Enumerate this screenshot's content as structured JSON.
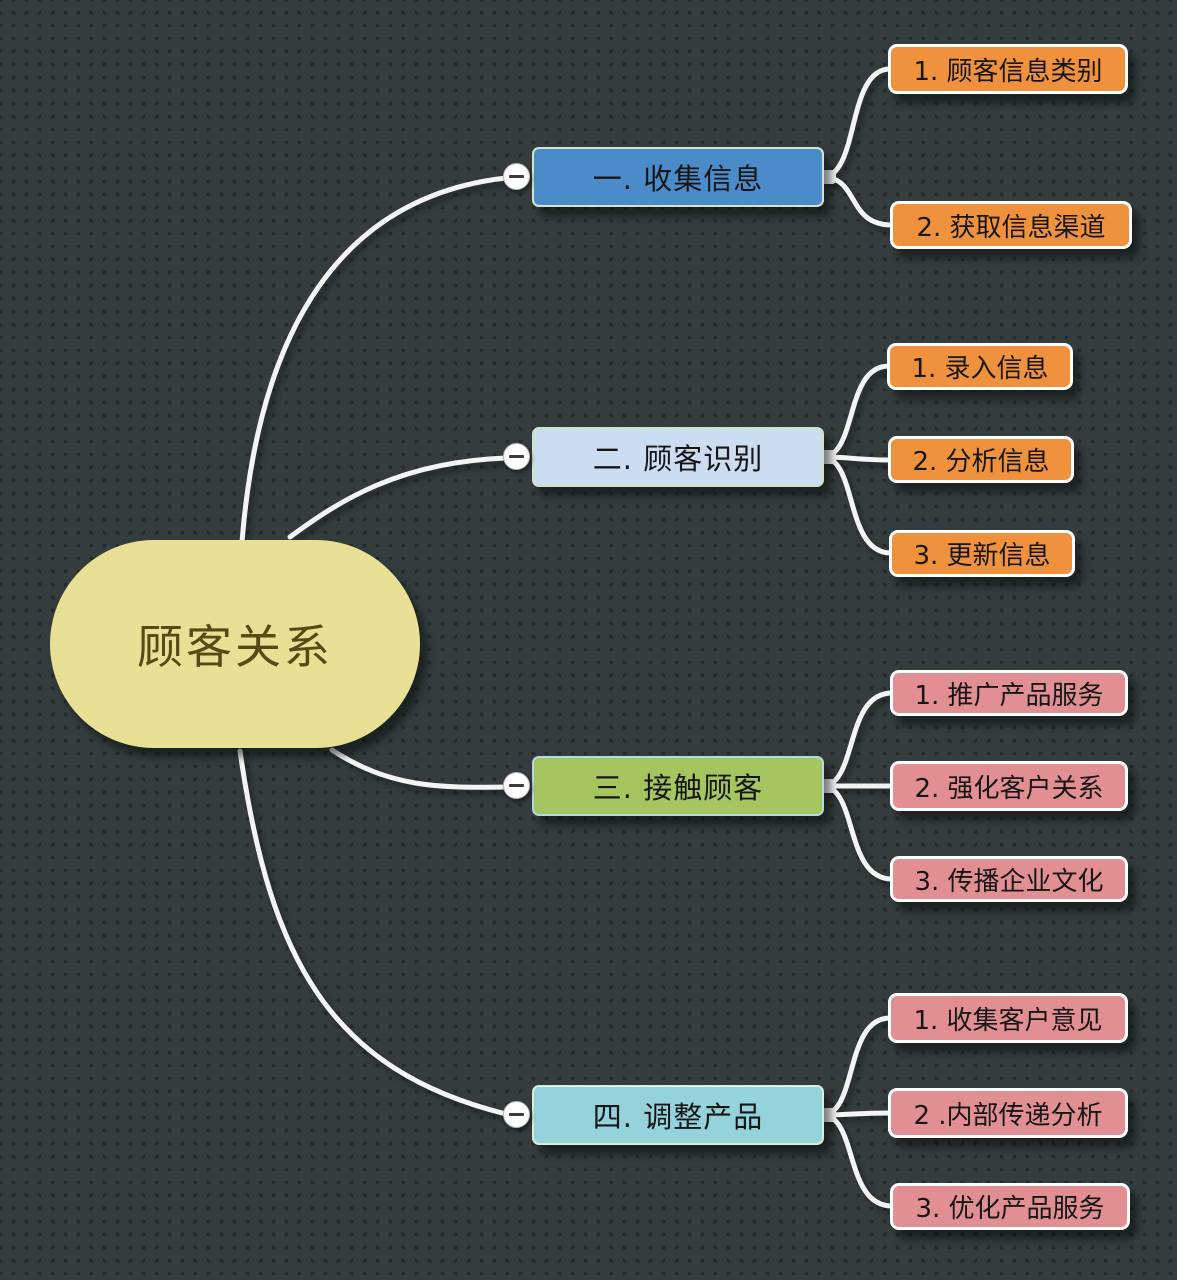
{
  "diagram": {
    "title": "顾客关系",
    "canvas": {
      "background": "#343c3e",
      "dot_color": "#252b2d",
      "connector_color": "#f4f4f4"
    },
    "root": {
      "label": "顾客关系",
      "fill": "#e8e195",
      "text_color": "#564a15"
    },
    "collapse_glyph": "minus",
    "branches": [
      {
        "label": "一. 收集信息",
        "fill": "#4c8bc9",
        "border": "#d2e4cb",
        "children": [
          {
            "label": "1. 顾客信息类别",
            "fill": "#f0913e",
            "border": "#ffffff"
          },
          {
            "label": "2. 获取信息渠道",
            "fill": "#f0913e",
            "border": "#ffffff"
          }
        ]
      },
      {
        "label": "二. 顾客识别",
        "fill": "#ccddf1",
        "border": "#cfe6c6",
        "children": [
          {
            "label": "1. 录入信息",
            "fill": "#f0913e",
            "border": "#ffffff"
          },
          {
            "label": "2. 分析信息",
            "fill": "#f0913e",
            "border": "#ffffff"
          },
          {
            "label": "3. 更新信息",
            "fill": "#f0913e",
            "border": "#ffffff"
          }
        ]
      },
      {
        "label": "三. 接触顾客",
        "fill": "#a5c560",
        "border": "#b5d8e6",
        "children": [
          {
            "label": "1. 推广产品服务",
            "fill": "#e18f93",
            "border": "#ffffff"
          },
          {
            "label": "2. 强化客户关系",
            "fill": "#e18f93",
            "border": "#ffffff"
          },
          {
            "label": "3. 传播企业文化",
            "fill": "#e18f93",
            "border": "#ffffff"
          }
        ]
      },
      {
        "label": "四. 调整产品",
        "fill": "#95d3dc",
        "border": "#dcecda",
        "children": [
          {
            "label": "1. 收集客户意见",
            "fill": "#e18f93",
            "border": "#ffffff"
          },
          {
            "label": "2 .内部传递分析",
            "fill": "#e18f93",
            "border": "#ffffff"
          },
          {
            "label": "3. 优化产品服务",
            "fill": "#e18f93",
            "border": "#ffffff"
          }
        ]
      }
    ]
  }
}
